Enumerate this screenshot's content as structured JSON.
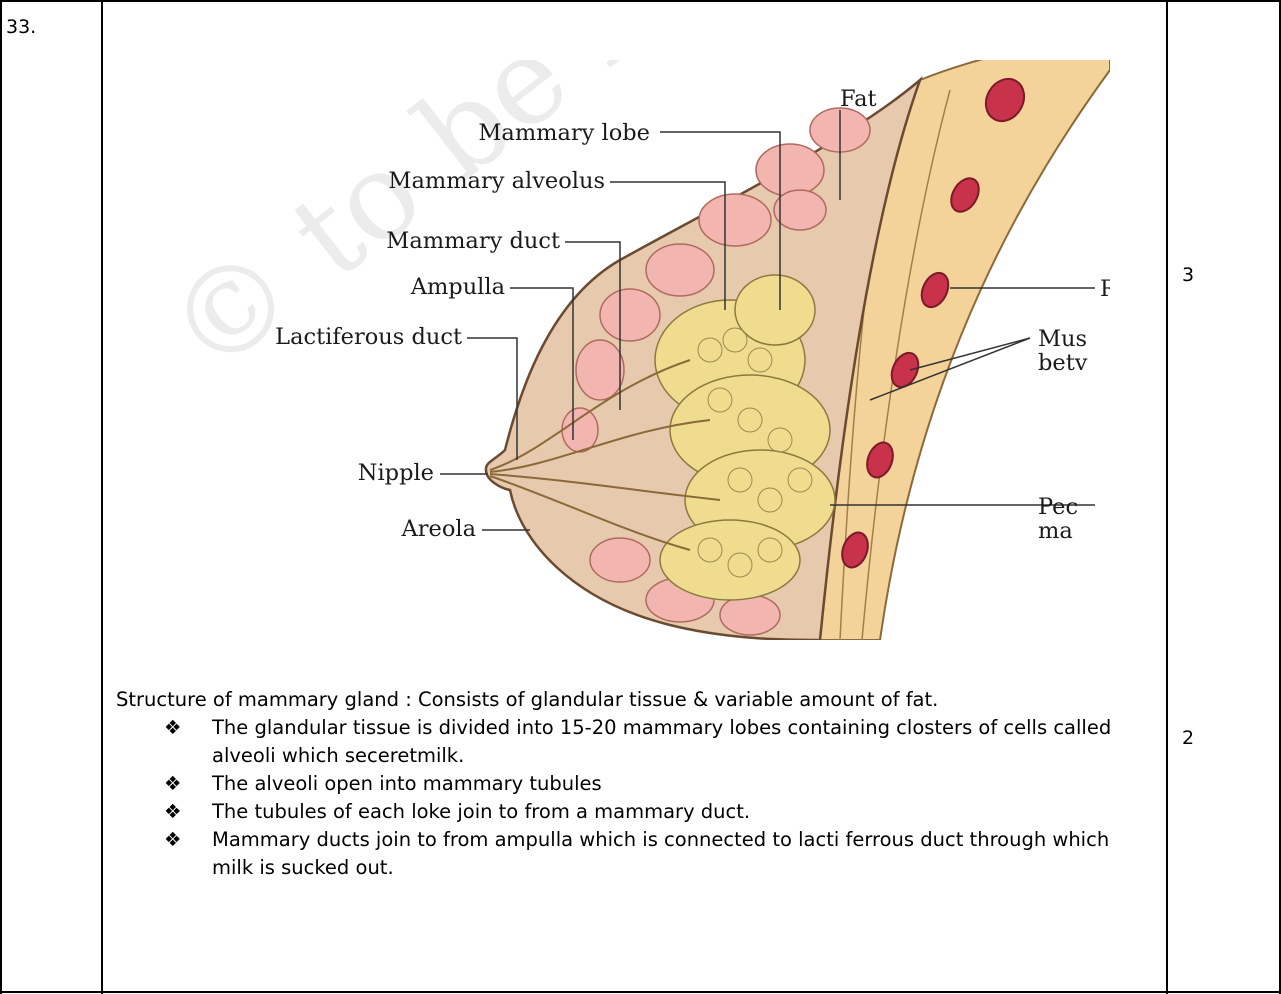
{
  "question": {
    "number": "33."
  },
  "marks": {
    "diagram": "3",
    "text": "2"
  },
  "figure": {
    "labels": {
      "fat": "Fat",
      "mammary_lobe": "Mammary lobe",
      "mammary_alveolus": "Mammary alveolus",
      "mammary_duct": "Mammary duct",
      "ampulla": "Ampulla",
      "lactiferous_duct": "Lactiferous duct",
      "nipple": "Nipple",
      "areola": "Areola",
      "rib": "Rib",
      "muscles_1": "Mus",
      "muscles_2": "betv",
      "pectoral_1": "Pec",
      "pectoral_2": "ma"
    },
    "watermark": "© to be re",
    "colors": {
      "fat": "#f2b5b0",
      "gland": "#f0dc8e",
      "skin": "#e7c9ad",
      "muscle": "#f3d39a",
      "rib": "#c8324a"
    }
  },
  "answer": {
    "intro": "Structure of mammary gland : Consists of glandular tissue & variable amount of fat.",
    "bullet_icon": "diamond-bullet-icon",
    "bullets": [
      "The glandular tissue is divided into 15-20 mammary lobes containing closters of cells called alveoli which seceretmilk.",
      "The alveoli open into mammary tubules",
      "The tubules of each loke join to from a mammary duct.",
      "Mammary ducts join to from ampulla which is connected to lacti ferrous duct through which milk is sucked out."
    ]
  }
}
